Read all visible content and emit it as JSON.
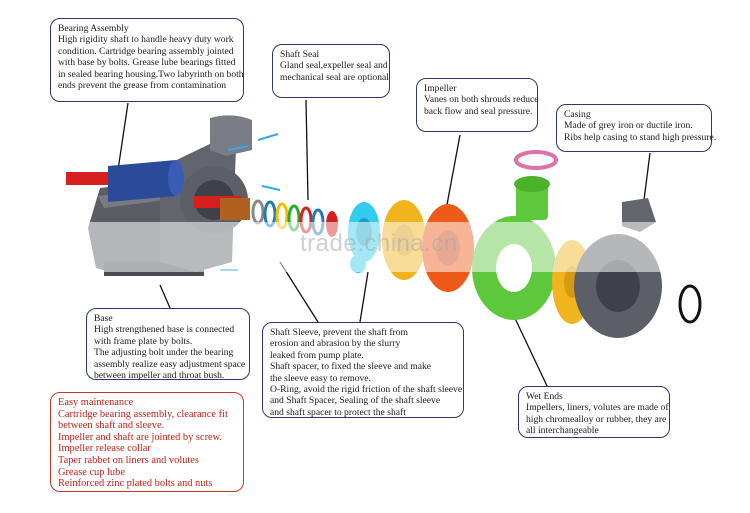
{
  "callouts": {
    "bearing": {
      "title": "Bearing Assembly",
      "lines": [
        "High rigidity shaft to handle heavy duty work",
        "condition. Cartridge bearing assembly jointed",
        "with base by bolts. Grease lube bearings fitted",
        "in sealed bearing housing.Two labyrinth on both",
        "ends prevent the grease from contamination"
      ]
    },
    "shaft_seal": {
      "title": "Shaft Seal",
      "lines": [
        "Gland seal,expeller seal and",
        "mechanical seal are optional"
      ]
    },
    "impeller": {
      "title": "Impeller",
      "lines": [
        "Vanes on both shrouds reduce",
        "back flow and seal pressure."
      ]
    },
    "casing": {
      "title": "Casing",
      "lines": [
        "Made of grey iron or ductile iron.",
        "Ribs help casing to stand high pressure."
      ]
    },
    "base": {
      "title": "Base",
      "lines": [
        "High strengthened base is connected",
        " with frame plate by bolts.",
        "The adjusting bolt under the bearing",
        "assembly realize easy adjustment space",
        "between impeller and throat bush."
      ]
    },
    "sleeve": {
      "lines": [
        "Shaft Sleeve, prevent the shaft from",
        "erosion and abrasion by the slurry",
        " leaked from pump plate.",
        "Shaft spacer, to fixed the sleeve and make",
        "the sleeve easy to remove.",
        "O-Ring, avoid the rigid friction of the shaft sleeve",
        "and Shaft Spacer, Sealing of the shaft sleeve",
        "and shaft spacer to protect the shaft"
      ]
    },
    "wet_ends": {
      "title": "Wet Ends",
      "lines": [
        "Impellers, liners, volutes are made of",
        "high chromealloy or rubber, they are",
        "all interchangeable"
      ]
    }
  },
  "features": {
    "lines": [
      "Easy maintenance",
      "Cartridge bearing assembly, clearance fit",
      "between shaft and sleeve.",
      "Impeller and shaft are jointed by screw.",
      "Impeller release collar",
      "Taper rabbet on liners and volutes",
      "Grease cup lube",
      "Reinforced zinc plated bolts and nuts"
    ]
  },
  "watermark": "trade.china.cn",
  "colors": {
    "callout_border": "#2a3a6a",
    "feature_text": "#c0241a",
    "shaft_red": "#d62020",
    "bearing_blue": "#2a4a9a",
    "frame_grey": "#5c6066",
    "cyan_parts": "#33ccee",
    "yellow_liner": "#f0b41e",
    "orange_impeller": "#ee5a1a",
    "green_volute": "#5ec83c",
    "pink_ring": "#e070a8"
  }
}
